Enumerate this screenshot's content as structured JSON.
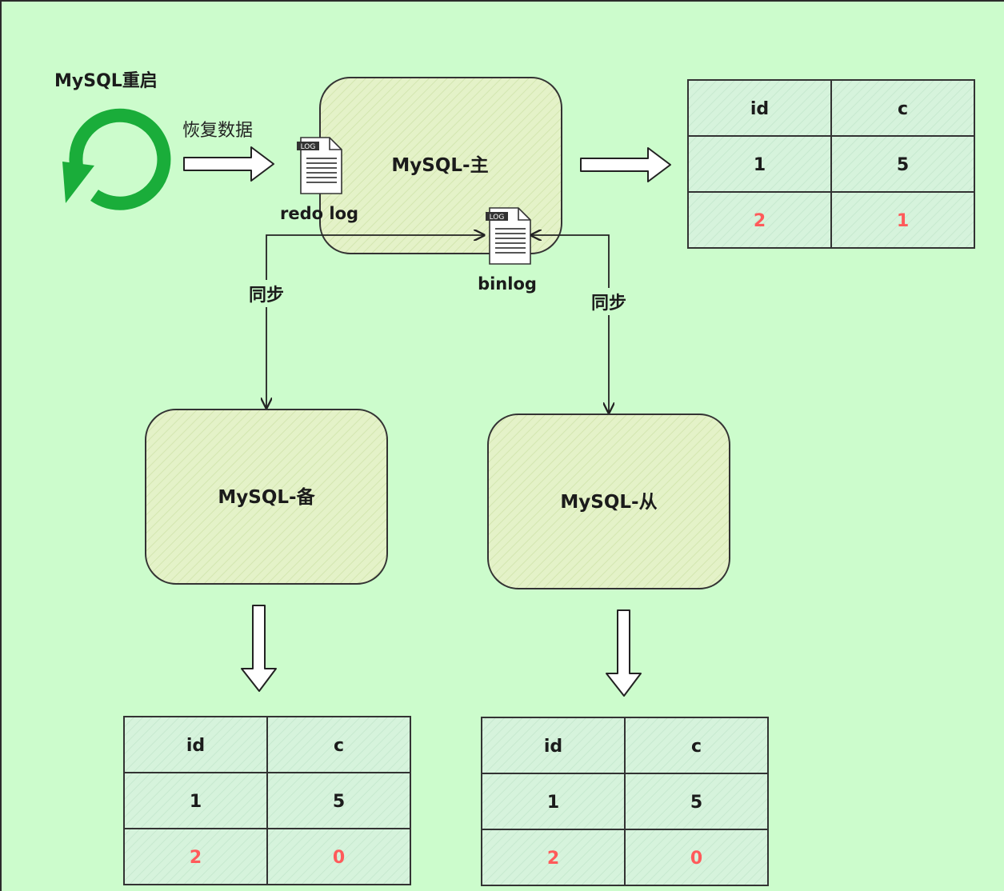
{
  "restart": {
    "title": "MySQL重启",
    "action_label": "恢复数据",
    "icon": "refresh-icon",
    "icon_color": "#1aad3a"
  },
  "primary": {
    "label": "MySQL-主",
    "redo_log_label": "redo log",
    "binlog_label": "binlog",
    "log_icon_tag": "LOG"
  },
  "sync_labels": {
    "left": "同步",
    "right": "同步"
  },
  "standby": {
    "label": "MySQL-备"
  },
  "replica": {
    "label": "MySQL-从"
  },
  "tables": {
    "primary": {
      "headers": [
        "id",
        "c"
      ],
      "rows": [
        [
          "1",
          "5"
        ],
        [
          "2",
          "1"
        ]
      ]
    },
    "standby": {
      "headers": [
        "id",
        "c"
      ],
      "rows": [
        [
          "1",
          "5"
        ],
        [
          "2",
          "0"
        ]
      ]
    },
    "replica": {
      "headers": [
        "id",
        "c"
      ],
      "rows": [
        [
          "1",
          "5"
        ],
        [
          "2",
          "0"
        ]
      ]
    }
  },
  "colors": {
    "background": "#ccfccc",
    "node_fill": "#e4f2c8",
    "table_fill": "#d6f3dc",
    "highlight_value": "#ff5a5a",
    "text": "#1b1b1b",
    "border": "#333333"
  }
}
